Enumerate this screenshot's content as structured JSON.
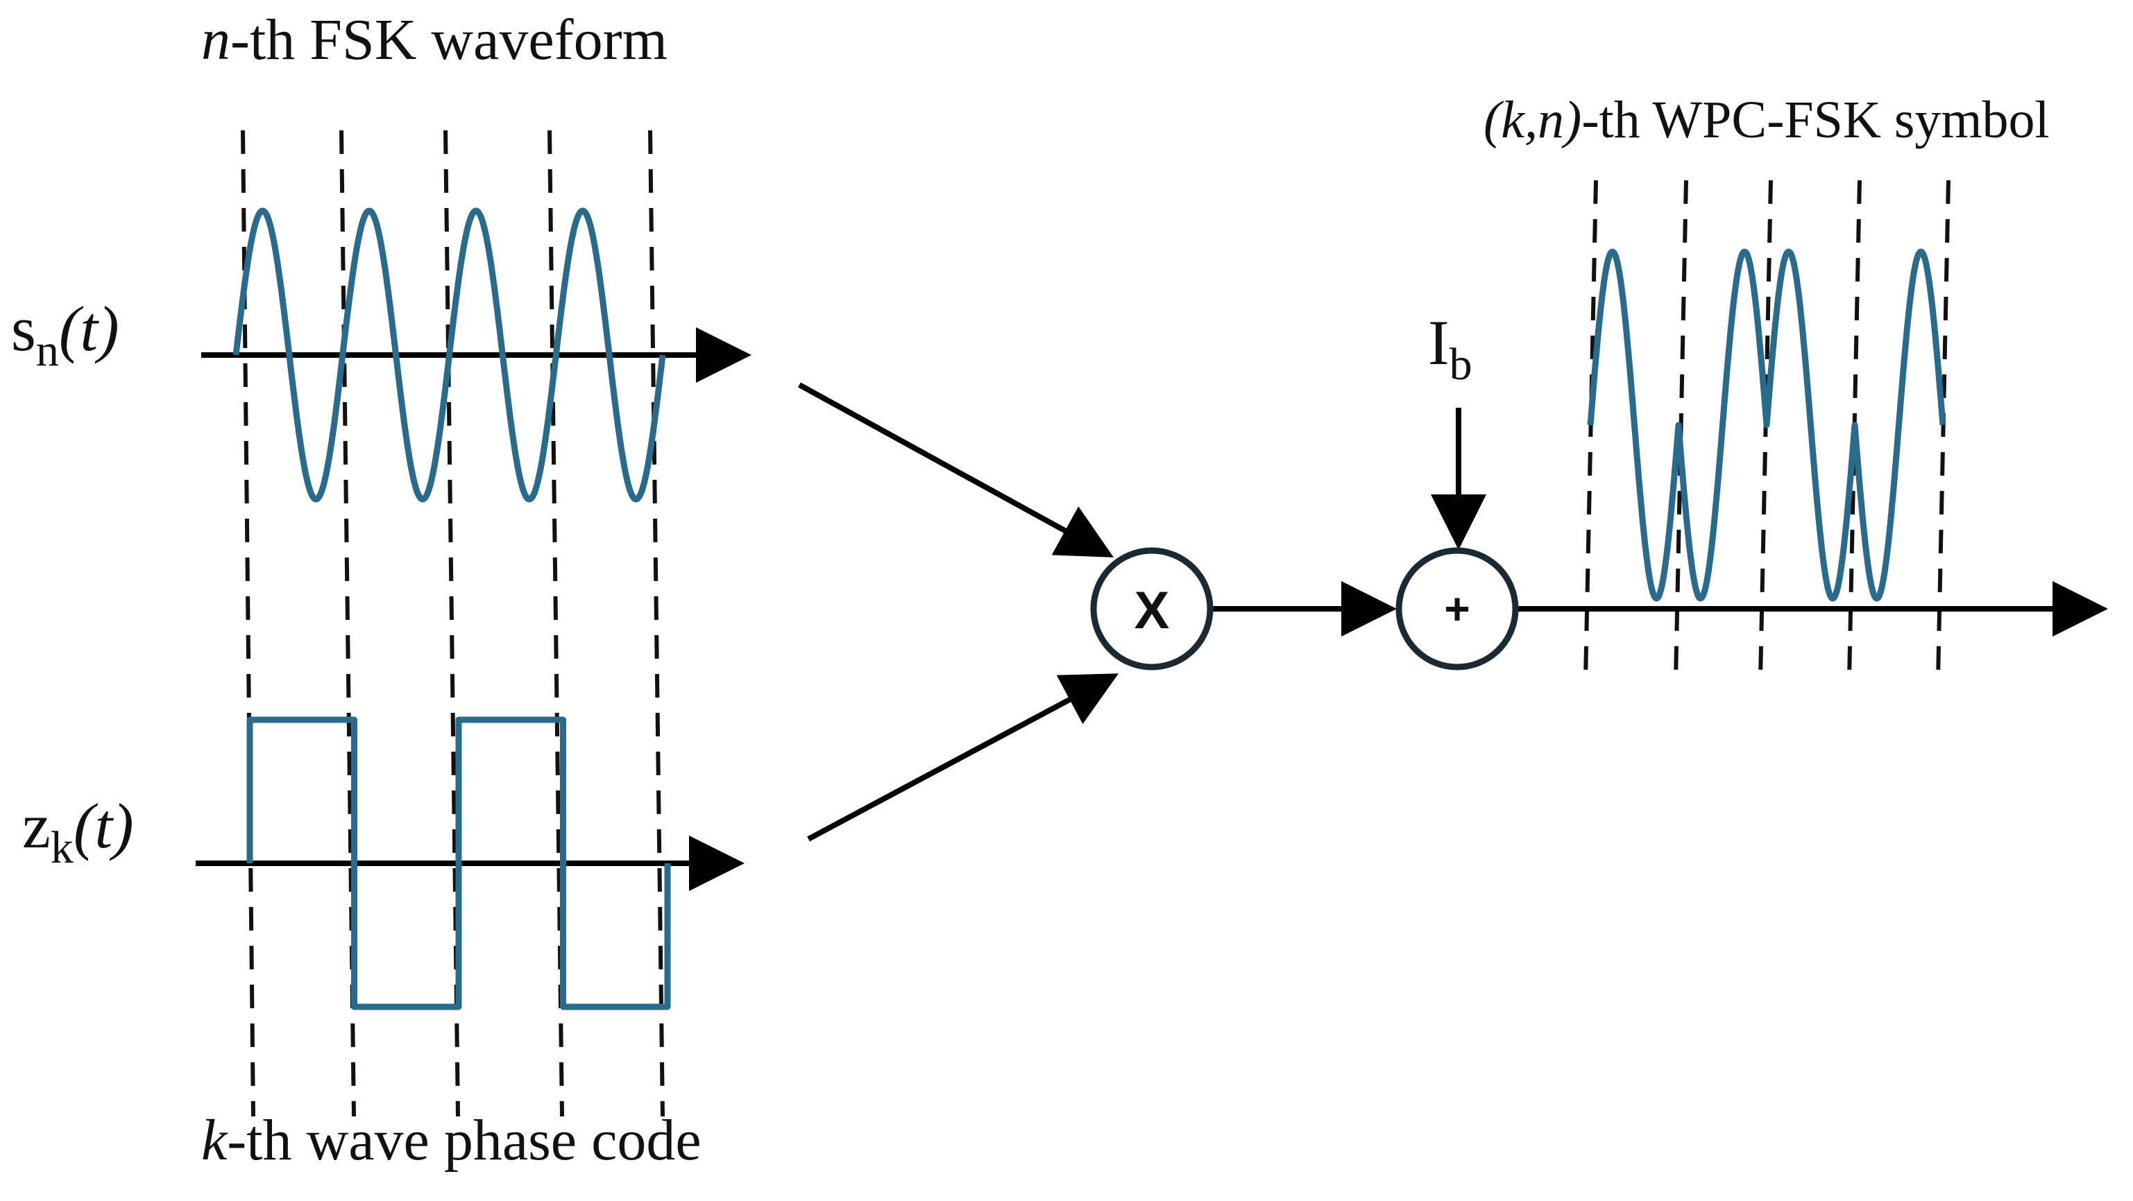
{
  "labels": {
    "fsk_title_var": "n",
    "fsk_title_rest": "-th FSK waveform",
    "code_title_var": "k",
    "code_title_rest": "-th wave phase code",
    "symbol_title_var": "(k,n)",
    "symbol_title_rest": "-th WPC-FSK symbol",
    "s_base": "s",
    "s_sub": "n",
    "s_arg": "(t)",
    "z_base": "z",
    "z_sub": "k",
    "z_arg": "(t)",
    "bias_base": "I",
    "bias_sub": "b",
    "multiplier_symbol": "X",
    "adder_symbol": "+"
  },
  "signals": {
    "fsk_cycles": 4,
    "phase_code": [
      1,
      -1,
      1,
      -1
    ],
    "wpc_fsk_cycles": 4
  },
  "colors": {
    "waveform": "#2a6a8a",
    "axis": "#000000",
    "node_stroke": "#1a2a35"
  }
}
